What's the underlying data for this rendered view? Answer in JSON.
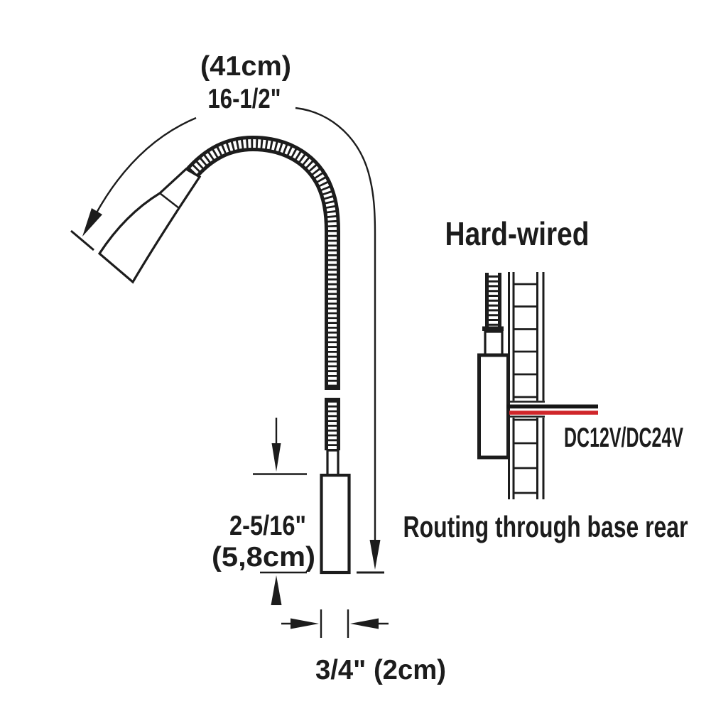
{
  "lamp_diagram": {
    "length_label_cm": "(41cm)",
    "length_label_in": "16-1/2\"",
    "base_height_in": "2-5/16\"",
    "base_height_cm": "(5,8cm)",
    "base_width_label": "3/4\" (2cm)"
  },
  "wiring_diagram": {
    "title": "Hard-wired",
    "voltage_label": "DC12V/DC24V",
    "caption": "Routing through base rear"
  },
  "colors": {
    "line": "#1c1c1c",
    "wire_black": "#161616",
    "wire_red": "#d0262a",
    "background": "#ffffff"
  }
}
